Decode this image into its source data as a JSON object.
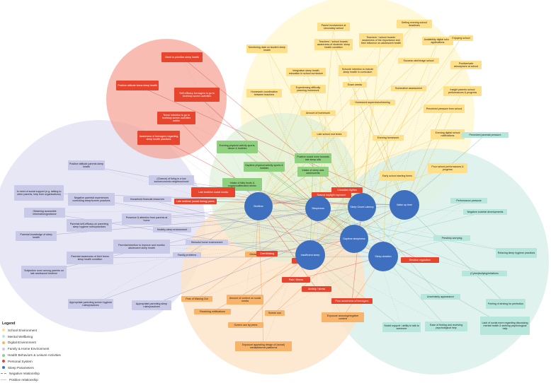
{
  "colors": {
    "school": "#ffe08a",
    "mental": "#b7e6dc",
    "digital": "#f9b46b",
    "family": "#c9c9e8",
    "health": "#8fd17f",
    "personal": "#e8452f",
    "sleep": "#3f6fbf",
    "negative_line": "#8a8aa0",
    "positive_line": "#c8c8c8"
  },
  "legend": {
    "title": "Legend",
    "items": [
      {
        "label": "School Environment",
        "color": "#ffe08a"
      },
      {
        "label": "Mental Wellbeing",
        "color": "#b7e6dc"
      },
      {
        "label": "Digital Environment",
        "color": "#f9b46b"
      },
      {
        "label": "Family & Home Environment",
        "color": "#c9c9e8"
      },
      {
        "label": "Health Behaviors & Leisure Activities",
        "color": "#8fd17f"
      },
      {
        "label": "Personal System",
        "color": "#e8452f"
      },
      {
        "label": "Sleep Parameters",
        "color": "#3f6fbf"
      }
    ],
    "relations": [
      {
        "label": "Negative relationship"
      },
      {
        "label": "Positive relationship"
      }
    ]
  },
  "sleep_parameters": [
    "Bedtime",
    "Sleepiness",
    "Sleep Onset Latency",
    "Wake up time",
    "Daytime sleepiness",
    "Insufficient sleep",
    "Sleep duration"
  ],
  "nodes": {
    "school": [
      "Setting evening school deadlines",
      "Parent involvement at secondary school",
      "Teachers' / school boards' awareness of the importance and their influence on adolescent health",
      "Teachers' / school boards' awareness of students' sleep health condition",
      "Availability digital school applications",
      "Enjoying school",
      "Monitoring data on student sleep health",
      "Success rate/image school",
      "Positive/safe atmosphere at school",
      "Integration sleep health education in school curriculum",
      "Schools' intention to include sleep health in curriculum",
      "Exam weeks",
      "Summative assessment",
      "Insight parents school performances & progress",
      "Experiencing difficulty planning homework",
      "Homework coordination between teachers",
      "Homework supervision/tutoring",
      "Perceived pressure from school",
      "Amount of homework",
      "Late school end times",
      "Evening homework",
      "Evening digital school notifications",
      "Poor school performances & progress",
      "Early school starting times"
    ],
    "mental": [
      "Perceived parental pressure",
      "Performance pressure",
      "Negative societal developments",
      "Presleep worrying",
      "Relaxing sleep hygiene practices",
      "(Cyber)bullying/irritations",
      "Uncertainty appearance",
      "Feeling of striving for perfection",
      "Lack of social norm regarding discussing mental health & seeking psychological help",
      "Social support / ability to talk to someone",
      "Ease of finding and receiving psychological help"
    ],
    "digital": [
      "Distraction",
      "Fear of Missing Out",
      "Amount of content on social media",
      "Receiving notifications",
      "Screen use",
      "Screen use by peers",
      "Exposure arousing/negative content",
      "Exposure appealing design of (social) media/internet platforms"
    ],
    "family": [
      "Positive attitude parents sleep health",
      "(Chance) of living in a low socioeconomic neighbourhood",
      "In need of social support (e.g. talking to other parents, help from organisations)",
      "Negative parental experiences controlling sleep/screen practices",
      "Obtaining accessible information/guidance",
      "Household financial resources",
      "Parental self-efficacy on parenting sleep hygiene rules/practices",
      "Presence & attention from parents at home",
      "Healthy sleep environment",
      "Parental knowledge of sleep health",
      "Parental intention to improve and monitor adolescent sleep health",
      "Stressful home environment",
      "Parental awareness of their teens sleep health condition",
      "Family problems",
      "Subjective norm among parents on late adolescent bedtime",
      "Appropriate parenting screen hygiene rules/practices",
      "Appropriate parenting sleep rules/practices"
    ],
    "health": [
      "Evening physical activity sports, dance & hobbies",
      "Positive social norm towards late sleep sills",
      "Daytime physical activity sports & hobbies",
      "Intake of sleep aids adolescents",
      "Intake of fatty foods & sugary/caffeinated drinks"
    ],
    "personal": [
      "Need to prioritize sleep health",
      "Positive attitude teens sleep health",
      "Self-efficacy teenagers to go to bed/stop screen activities",
      "Teens' intention to go to bed/stop screen activities earlier",
      "Awareness of teenagers regarding sleep health practices",
      "Natural daylight exposure",
      "Late bedtime social media",
      "Circadian rhythm",
      "Late bedtime (social timing) peers",
      "Overthinking",
      "Perceived stress",
      "Pain / Illness",
      "Anxiety / stress",
      "Emotion regulation",
      "Poor awareness of teenagers"
    ]
  }
}
